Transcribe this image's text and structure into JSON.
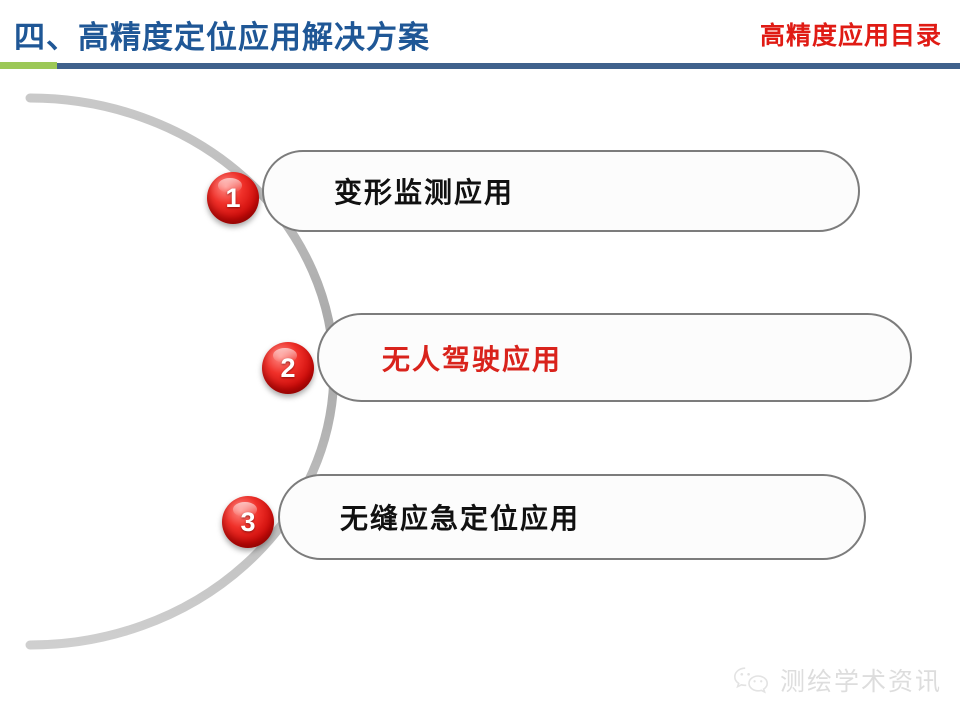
{
  "header": {
    "section_title": "四、高精度定位应用解决方案",
    "catalog_title": "高精度应用目录",
    "title_color": "#1F5796",
    "catalog_color": "#E01B14",
    "divider_green": "#9CC857",
    "divider_blue": "#3F618C"
  },
  "agenda": {
    "items": [
      {
        "number": "1",
        "label": "变形监测应用",
        "active": false,
        "label_color": "#111111"
      },
      {
        "number": "2",
        "label": "无人驾驶应用",
        "active": true,
        "label_color": "#D9231C"
      },
      {
        "number": "3",
        "label": "无缝应急定位应用",
        "active": false,
        "label_color": "#111111"
      }
    ],
    "badge_color": "#D9231C",
    "pill_border_color": "#7C7C7C",
    "arc_color": "#B4B4B4"
  },
  "watermark": {
    "text": "测绘学术资讯",
    "icon": "wechat-icon",
    "color": "#AFAFAF"
  }
}
